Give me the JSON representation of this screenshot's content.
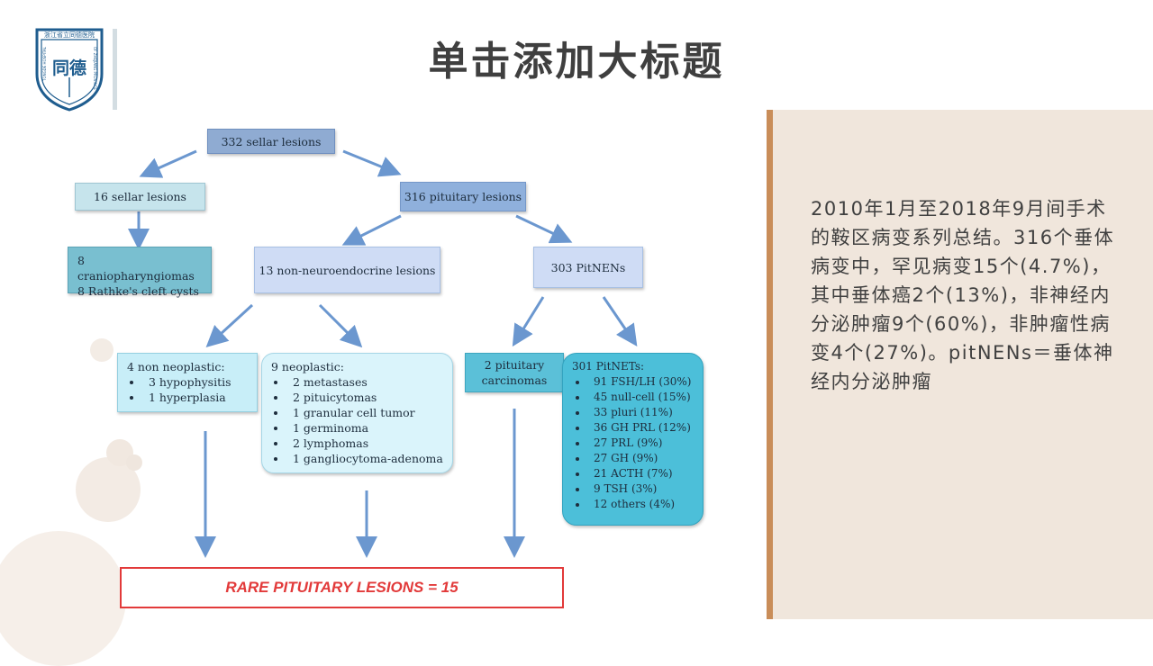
{
  "title": "单击添加大标题",
  "logo": {
    "top_text": "浙江省立同德医院",
    "left_arc": "TONGDE HOSPITAL",
    "right_arc": "OF ZHEJIANG PROVINCE",
    "center_text": "同德"
  },
  "diagram": {
    "root": "332 sellar lesions",
    "sellar": "16 sellar lesions",
    "sellar_children": [
      "8 craniopharyngiomas",
      "8 Rathke's cleft cysts"
    ],
    "pituitary": "316 pituitary lesions",
    "non_neuro": "13 non-neuroendocrine lesions",
    "pitnens": "303 PitNENs",
    "non_neoplastic": {
      "heading": "4 non neoplastic:",
      "items": [
        "3 hypophysitis",
        "1 hyperplasia"
      ]
    },
    "neoplastic": {
      "heading": "9 neoplastic:",
      "items": [
        "2 metastases",
        "2 pituicytomas",
        "1 granular cell tumor",
        "1 germinoma",
        "2 lymphomas",
        "1 gangliocytoma-adenoma"
      ]
    },
    "carcinomas": [
      "2 pituitary",
      "carcinomas"
    ],
    "pitnets": {
      "heading": "301 PitNETs:",
      "items": [
        "91 FSH/LH (30%)",
        "45 null-cell (15%)",
        "33 pluri (11%)",
        "36 GH PRL (12%)",
        "27 PRL (9%)",
        "27 GH (9%)",
        "21 ACTH (7%)",
        "9 TSH (3%)",
        "12 others (4%)"
      ]
    },
    "rare": "RARE PITUITARY LESIONS = 15"
  },
  "panel": {
    "text": "2010年1月至2018年9月间手术的鞍区病变系列总结。316个垂体病变中，罕见病变15个(4.7%)，其中垂体癌2个(13%)，非神经内分泌肿瘤9个(60%)，非肿瘤性病变4个(27%)。pitNENs＝垂体神经内分泌肿瘤"
  },
  "colors": {
    "title": "#3f3f3f",
    "accent_bar": "#c98d59",
    "panel_bg": "#f0e6dc",
    "arrow": "#6b97cf",
    "rare": "#e23a3a"
  }
}
